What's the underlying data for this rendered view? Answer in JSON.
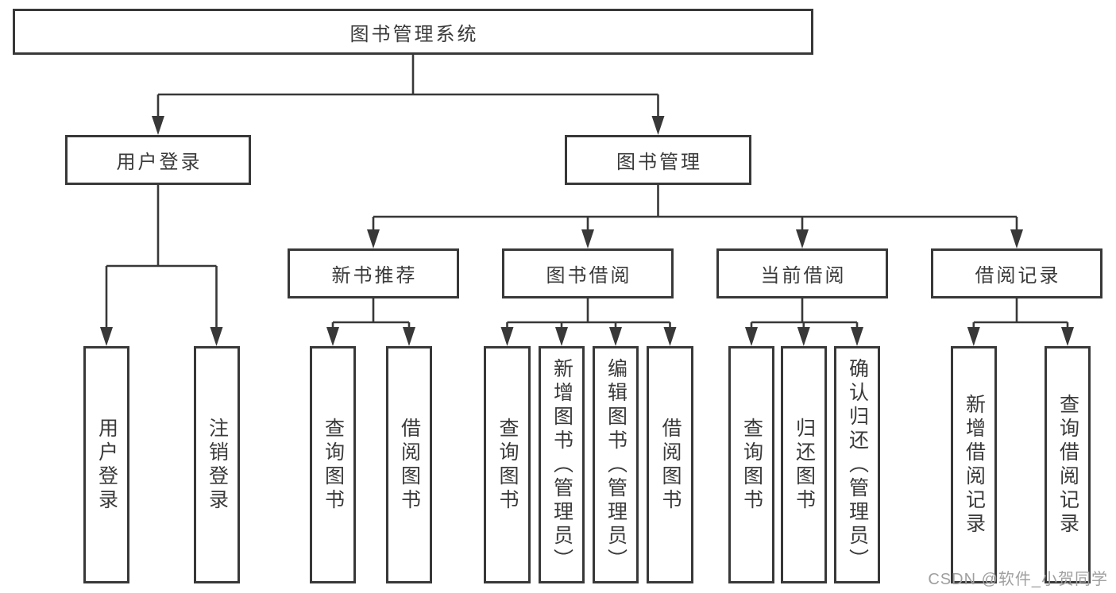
{
  "colors": {
    "background": "#ffffff",
    "line": "#383838",
    "text": "#3a3a3a",
    "watermark_color": "#a0a0a0"
  },
  "tree": {
    "root": {
      "label": "图书管理系统"
    },
    "level2": [
      {
        "label": "用户登录",
        "children": [
          "用户登录",
          "注销登录"
        ]
      },
      {
        "label": "图书管理",
        "sections": [
          {
            "label": "新书推荐",
            "children": [
              "查询图书",
              "借阅图书"
            ]
          },
          {
            "label": "图书借阅",
            "children": [
              "查询图书",
              "新增图书（管理员）",
              "编辑图书（管理员）",
              "借阅图书"
            ]
          },
          {
            "label": "当前借阅",
            "children": [
              "查询图书",
              "归还图书",
              "确认归还（管理员）"
            ]
          },
          {
            "label": "借阅记录",
            "children": [
              "新增借阅记录",
              "查询借阅记录"
            ]
          }
        ]
      }
    ]
  },
  "watermark": {
    "text": "CSDN @软件_小贺同学"
  }
}
